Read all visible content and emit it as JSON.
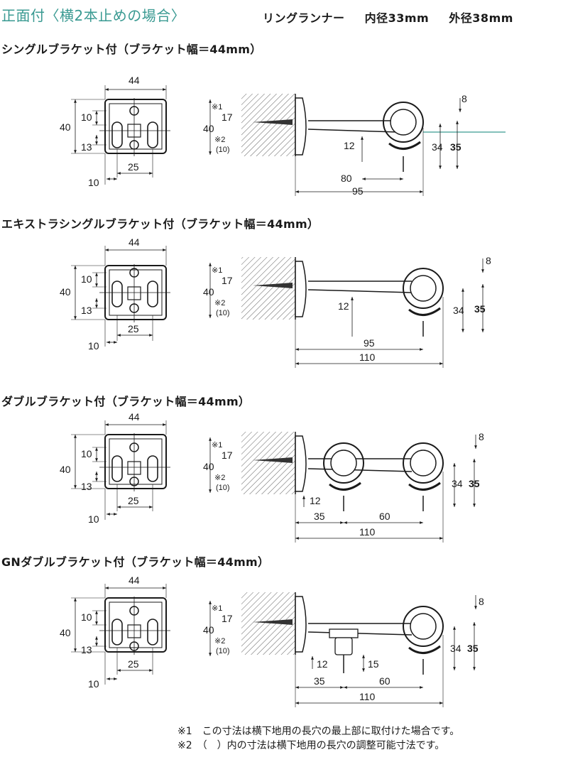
{
  "header": {
    "title": "正面付〈横2本止めの場合〉",
    "runner_label": "リングランナー",
    "inner_diameter": "内径33mm",
    "outer_diameter": "外径38mm"
  },
  "colors": {
    "accent": "#3a9a92",
    "line": "#1a1a1a",
    "hatch": "#555555"
  },
  "sections": [
    {
      "title": "シングルブラケット付（ブラケット幅＝44mm）",
      "front": {
        "width": "44",
        "left_top": "10",
        "left_total": "40",
        "left_bottom": "13",
        "bottom_inner": "25",
        "bottom_offset": "10"
      },
      "side": {
        "note1": "※1",
        "d17": "17",
        "d40": "40",
        "note2": "※2",
        "d10": "(10)",
        "d8": "8",
        "d34": "34",
        "d35": "35",
        "d12": "12",
        "d_mid": "80",
        "d_total": "95"
      }
    },
    {
      "title": "エキストラシングルブラケット付（ブラケット幅＝44mm）",
      "front": {
        "width": "44",
        "left_top": "10",
        "left_total": "40",
        "left_bottom": "13",
        "bottom_inner": "25",
        "bottom_offset": "10"
      },
      "side": {
        "note1": "※1",
        "d17": "17",
        "d40": "40",
        "note2": "※2",
        "d10": "(10)",
        "d8": "8",
        "d34": "34",
        "d35": "35",
        "d12": "12",
        "d_mid": "95",
        "d_total": "110"
      }
    },
    {
      "title": "ダブルブラケット付（ブラケット幅＝44mm）",
      "front": {
        "width": "44",
        "left_top": "10",
        "left_total": "40",
        "left_bottom": "13",
        "bottom_inner": "25",
        "bottom_offset": "10"
      },
      "side": {
        "note1": "※1",
        "d17": "17",
        "d40": "40",
        "note2": "※2",
        "d10": "(10)",
        "d8": "8",
        "d34": "34",
        "d35": "35",
        "d12": "12",
        "d_a": "35",
        "d_b": "60",
        "d_total": "110"
      }
    },
    {
      "title": "GNダブルブラケット付（ブラケット幅＝44mm）",
      "front": {
        "width": "44",
        "left_top": "10",
        "left_total": "40",
        "left_bottom": "13",
        "bottom_inner": "25",
        "bottom_offset": "10"
      },
      "side": {
        "note1": "※1",
        "d17": "17",
        "d40": "40",
        "note2": "※2",
        "d10": "(10)",
        "d8": "8",
        "d34": "34",
        "d35": "35",
        "d12": "12",
        "d15": "15",
        "d_a": "35",
        "d_b": "60",
        "d_total": "110"
      }
    }
  ],
  "footnotes": [
    "※1　この寸法は横下地用の長穴の最上部に取付けた場合です。",
    "※2　（　）内の寸法は横下地用の長穴の調整可能寸法です。"
  ]
}
